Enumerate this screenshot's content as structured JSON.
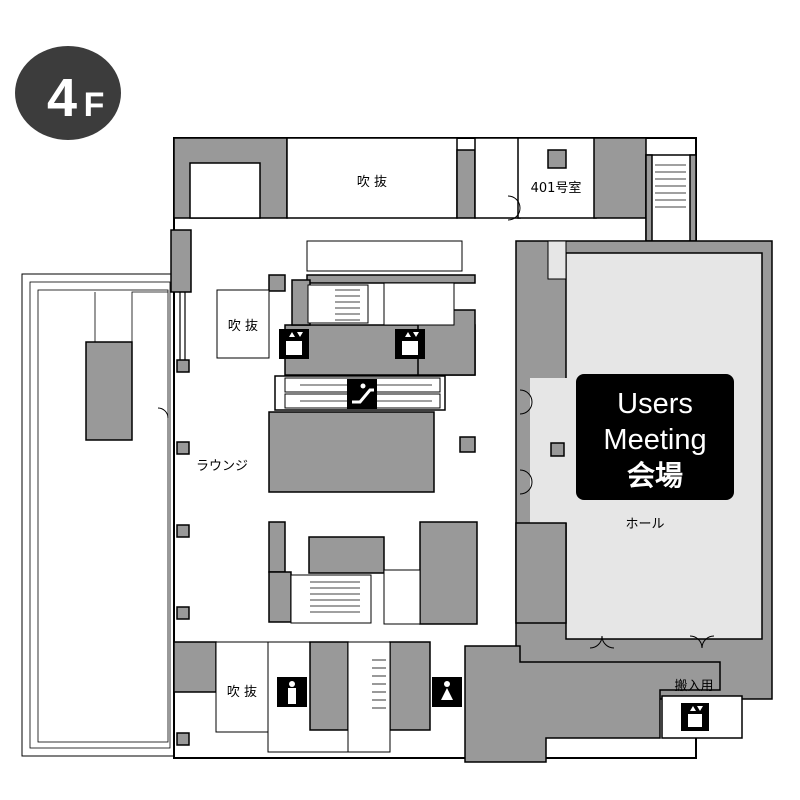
{
  "floor_badge": {
    "number": "4",
    "letter": "F"
  },
  "labels": {
    "void_top": "吹 抜",
    "room_401": "401号室",
    "void_left": "吹 抜",
    "lounge": "ラウンジ",
    "hall": "ホール",
    "void_bottom": "吹 抜",
    "loading": "搬入用"
  },
  "venue": {
    "line1": "Users",
    "line2": "Meeting",
    "line3": "会場"
  },
  "icons": [
    "elevator-icon",
    "elevator-icon",
    "escalator-icon",
    "restroom-men-icon",
    "restroom-women-icon",
    "freight-elevator-icon"
  ],
  "colors": {
    "wall_gray": "#999999",
    "hall_fill": "#e6e6e6",
    "venue_box": "#000000",
    "badge": "#3c3c3c"
  }
}
